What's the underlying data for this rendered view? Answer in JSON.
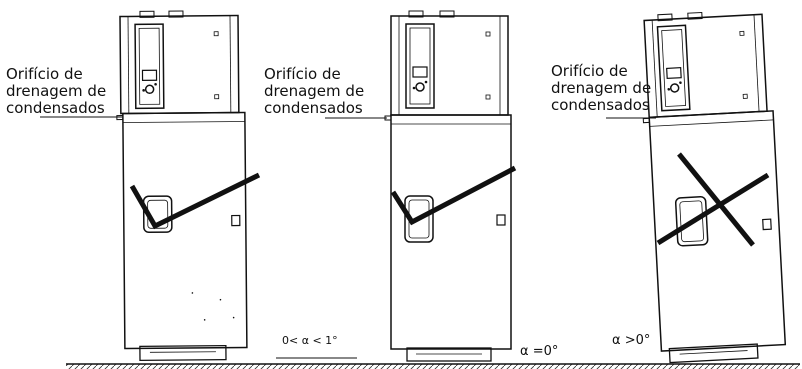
{
  "panels": [
    {
      "label_lines": [
        "Orifício de",
        "drenagem de",
        "condensados"
      ],
      "angle": "0< α < 1°",
      "verdict": "correct",
      "verdict_icon": "check-mark-icon"
    },
    {
      "label_lines": [
        "Orifício de",
        "drenagem de",
        "condensados"
      ],
      "angle": "α =0°",
      "verdict": "correct",
      "verdict_icon": "check-mark-icon"
    },
    {
      "label_lines": [
        "Orifício de",
        "drenagem de",
        "condensados"
      ],
      "angle": "α >0°",
      "verdict": "incorrect",
      "verdict_icon": "cross-mark-icon"
    }
  ],
  "colors": {
    "line": "#111111",
    "background": "#ffffff"
  }
}
